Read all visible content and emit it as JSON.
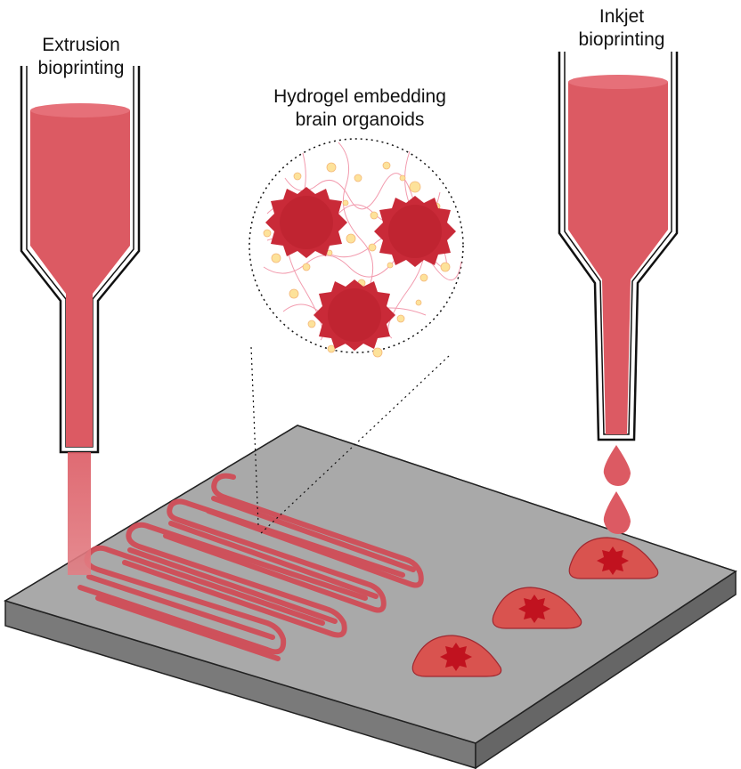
{
  "labels": {
    "extrusion": [
      "Extrusion",
      "bioprinting"
    ],
    "inkjet": [
      "Inkjet",
      "bioprinting"
    ],
    "hydrogel": [
      "Hydrogel embedding",
      "brain organoids"
    ]
  },
  "colors": {
    "bioink": "#dc5a63",
    "bioink_dark": "#c8323d",
    "organoid": "#c92a38",
    "organoid_core": "#d8232f",
    "droplet_dome": "#d9534f",
    "platform_top": "#a8a8a8",
    "platform_front": "#7c7c7c",
    "platform_side": "#6a6a6a",
    "gel_fiber": "#f08aa0",
    "gel_particle": "#fde29a"
  },
  "icons": [
    "extrusion-nozzle-icon",
    "inkjet-nozzle-icon",
    "organoid-icon",
    "droplet-icon",
    "printing-platform-icon",
    "magnifier-circle-icon"
  ]
}
